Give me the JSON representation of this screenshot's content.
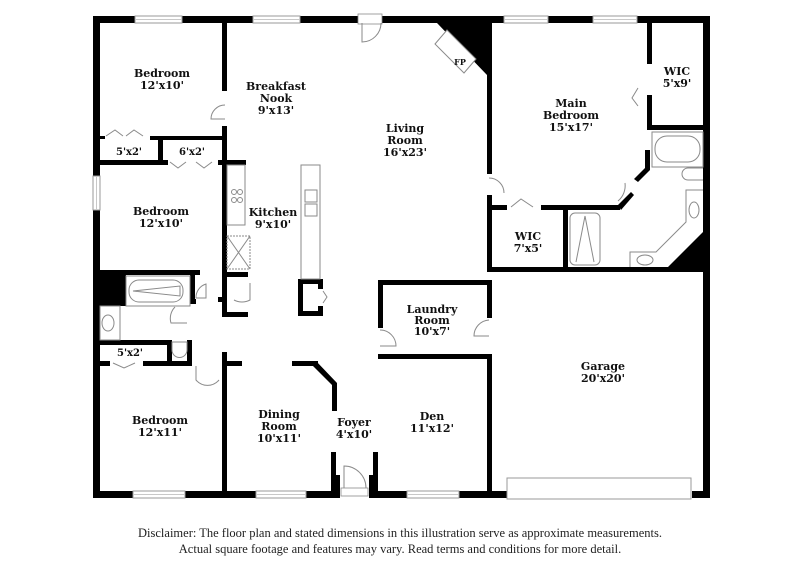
{
  "floor_plan": {
    "rooms": [
      {
        "id": "bedroom_nw",
        "name": "Bedroom",
        "dims": "12'x10'"
      },
      {
        "id": "breakfast_nook",
        "name_line1": "Breakfast",
        "name_line2": "Nook",
        "dims": "9'x13'"
      },
      {
        "id": "living_room",
        "name_line1": "Living",
        "name_line2": "Room",
        "dims": "16'x23'"
      },
      {
        "id": "main_bedroom",
        "name_line1": "Main",
        "name_line2": "Bedroom",
        "dims": "15'x17'"
      },
      {
        "id": "wic_main",
        "name": "WIC",
        "dims": "5'x9'"
      },
      {
        "id": "closet_nw",
        "dims": "5'x2'"
      },
      {
        "id": "closet_hall",
        "dims": "6'x2'"
      },
      {
        "id": "bedroom_w",
        "name": "Bedroom",
        "dims": "12'x10'"
      },
      {
        "id": "kitchen",
        "name": "Kitchen",
        "dims": "9'x10'"
      },
      {
        "id": "wic_bath",
        "name": "WIC",
        "dims": "7'x5'"
      },
      {
        "id": "laundry_room",
        "name_line1": "Laundry",
        "name_line2": "Room",
        "dims": "10'x7'"
      },
      {
        "id": "closet_sw",
        "dims": "5'x2'"
      },
      {
        "id": "garage",
        "name": "Garage",
        "dims": "20'x20'"
      },
      {
        "id": "bedroom_sw",
        "name": "Bedroom",
        "dims": "12'x11'"
      },
      {
        "id": "dining_room",
        "name_line1": "Dining",
        "name_line2": "Room",
        "dims": "10'x11'"
      },
      {
        "id": "foyer",
        "name": "Foyer",
        "dims": "4'x10'"
      },
      {
        "id": "den",
        "name": "Den",
        "dims": "11'x12'"
      }
    ],
    "fireplace_label": "FP"
  },
  "disclaimer": {
    "line1": "Disclaimer: The floor plan and stated dimensions in this illustration serve as approximate measurements.",
    "line2": "Actual square footage and features may vary. Read terms and conditions for more detail."
  }
}
